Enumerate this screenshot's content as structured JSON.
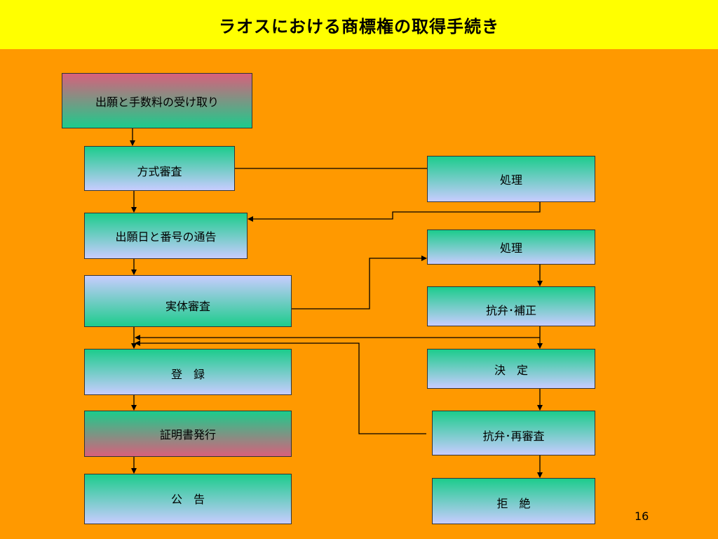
{
  "title": "ラオスにおける商標権の取得手続き",
  "nodes": {
    "receipt": "出願と手数料の受け取り",
    "formal_exam": "方式審査",
    "process1": "処理",
    "notice": "出願日と番号の通告",
    "process2": "処理",
    "substantive_exam": "実体審査",
    "objection_amend": "抗弁･補正",
    "registration": "登　録",
    "decision": "決　定",
    "certificate": "証明書発行",
    "objection_reexam": "抗弁･再審査",
    "publication": "公　告",
    "rejection": "拒　絶"
  },
  "page_number": "16",
  "colors": {
    "background": "#ff9900",
    "header": "#ffff00",
    "green": "#1ccc8c",
    "lavender": "#c8ccff",
    "pink": "#d8607c"
  }
}
